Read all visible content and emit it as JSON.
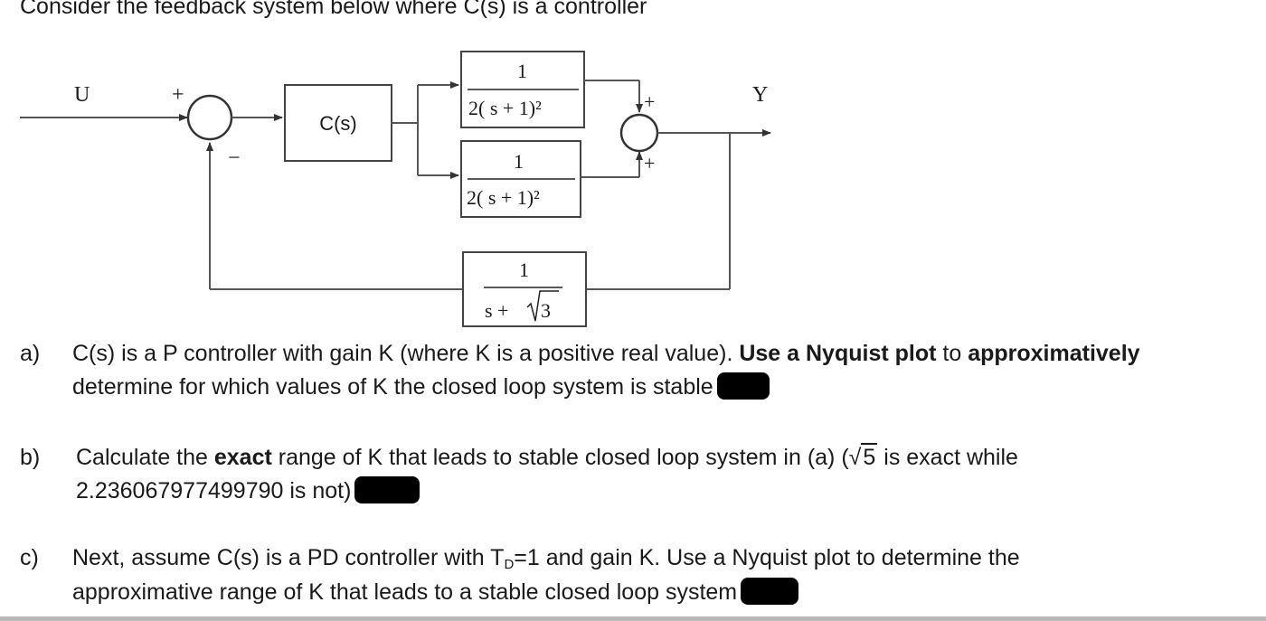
{
  "intro": "Consider the feedback system below where C(s) is a controller",
  "diagram": {
    "input_label": "U",
    "output_label": "Y",
    "controller_label": "C(s)",
    "sum1_plus": "+",
    "sum1_minus": "−",
    "sum2_top": "+",
    "sum2_bottom": "+",
    "g1_num": "1",
    "g1_den": "2( s + 1)²",
    "g2_num": "1",
    "g2_den": "2( s + 1)²",
    "h_num": "1",
    "h_den_s": "s + ",
    "h_den_sqrt": "3"
  },
  "questions": {
    "a_letter": "a)",
    "a_l1_1": "C(s) is a P controller with gain K (where K is a positive real value). ",
    "a_l1_b1": "Use a Nyquist plot",
    "a_l1_2": " to ",
    "a_l1_b2": "approximatively",
    "a_l2": "determine for which values of K the closed loop system is stable",
    "b_letter": "b)",
    "b_l1_1": "Calculate the ",
    "b_l1_b": "exact",
    "b_l1_2": " range of K that leads to stable closed loop system in (a) (",
    "b_l1_sqrt": "5",
    "b_l1_3": " is exact while",
    "b_l2": "2.236067977499790 is not)",
    "c_letter": "c)",
    "c_l1_1": "Next, assume C(s) is a PD controller with T",
    "c_l1_sub": "D",
    "c_l1_2": "=1 and gain K. Use a Nyquist plot to determine the",
    "c_l2": "approximative range of K that leads to a stable closed loop system"
  }
}
